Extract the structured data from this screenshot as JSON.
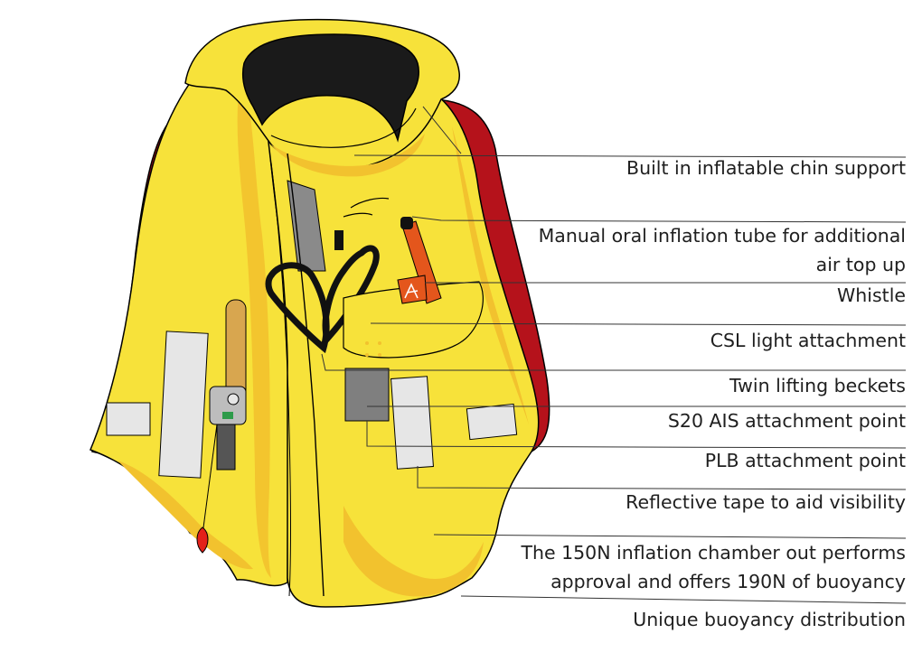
{
  "colors": {
    "vest_yellow": "#f7e23a",
    "vest_shade": "#f2c22e",
    "vest_outer": "#b5121b",
    "collar_black": "#1a1a1a",
    "tape_grey": "#e6e6e6",
    "pocket_grey": "#7f7f7f",
    "tube_orange": "#e4561c",
    "toggle_red": "#e32119",
    "leader_line": "#333333",
    "text": "#1f1f1f"
  },
  "callouts": [
    {
      "id": "chin-support",
      "lines": [
        "Built in inflatable chin support"
      ]
    },
    {
      "id": "oral-inflation-tube",
      "lines": [
        "Manual oral inflation tube for additional",
        "air top up"
      ]
    },
    {
      "id": "whistle",
      "lines": [
        "Whistle"
      ]
    },
    {
      "id": "csl-light",
      "lines": [
        "CSL light attachment"
      ]
    },
    {
      "id": "lifting-beckets",
      "lines": [
        "Twin lifting beckets"
      ]
    },
    {
      "id": "ais-attachment",
      "lines": [
        "S20 AIS attachment point"
      ]
    },
    {
      "id": "plb-attachment",
      "lines": [
        "PLB attachment point"
      ]
    },
    {
      "id": "reflective-tape",
      "lines": [
        "Reflective tape to aid visibility"
      ]
    },
    {
      "id": "inflation-chamber",
      "lines": [
        "The 150N inflation chamber out performs",
        "approval and offers 190N of buoyancy"
      ]
    },
    {
      "id": "buoyancy-distribution",
      "lines": [
        "Unique buoyancy distribution"
      ]
    }
  ]
}
